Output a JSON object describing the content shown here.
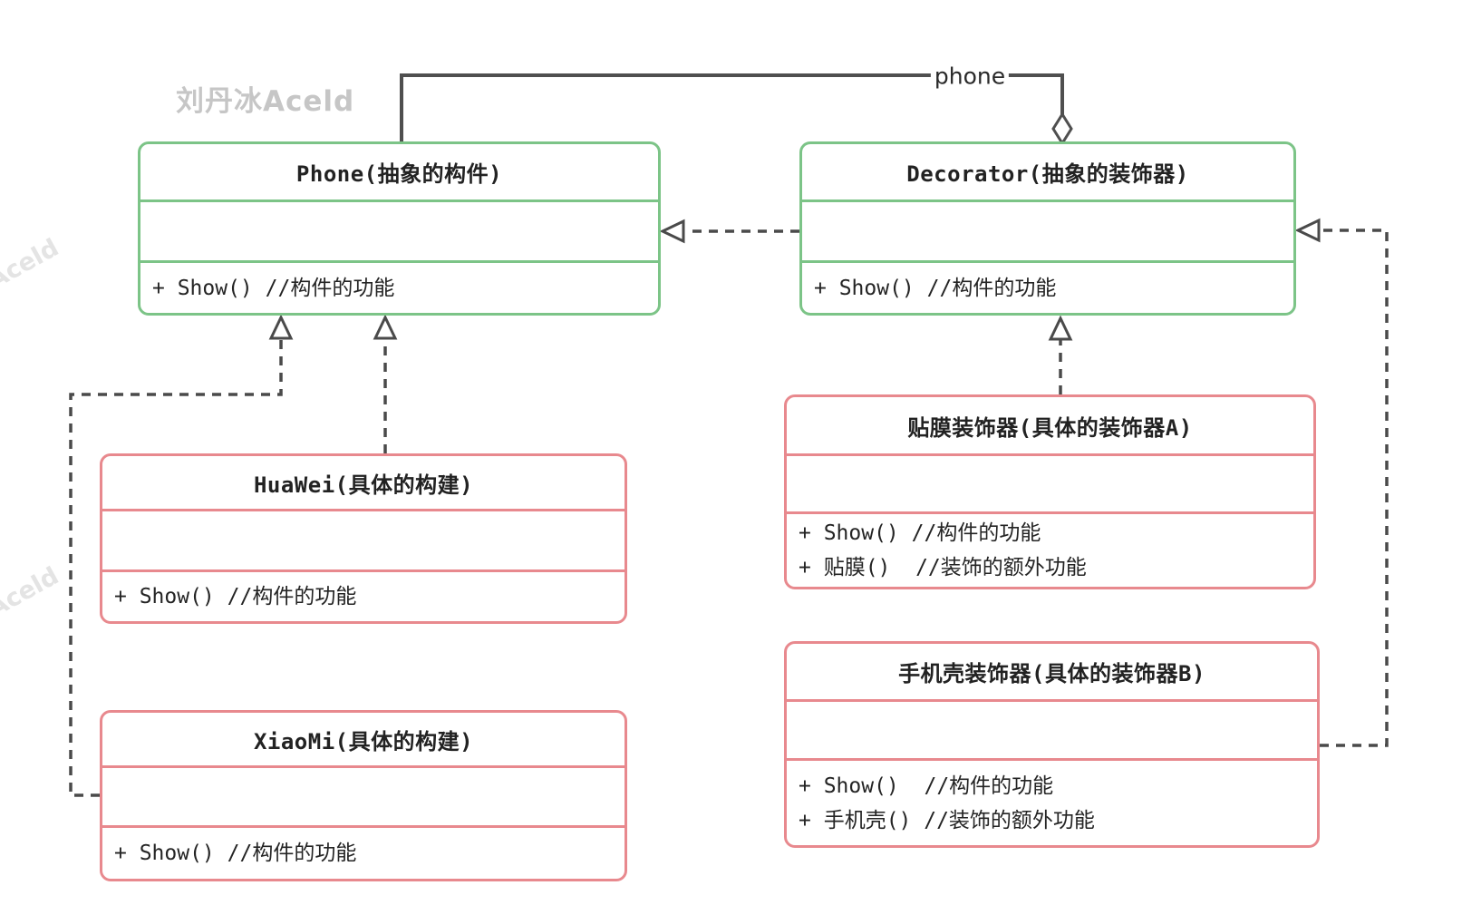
{
  "watermarks": {
    "main": "刘丹冰Aceld",
    "left_upper": "Aceld",
    "left_lower": "Aceld"
  },
  "connector_labels": {
    "aggregation": "phone"
  },
  "classes": {
    "phone": {
      "title": "Phone(抽象的构件)",
      "methods": [
        "+ Show() //构件的功能"
      ]
    },
    "decorator": {
      "title": "Decorator(抽象的装饰器)",
      "methods": [
        "+ Show() //构件的功能"
      ]
    },
    "huawei": {
      "title": "HuaWei(具体的构建)",
      "methods": [
        "+ Show() //构件的功能"
      ]
    },
    "xiaomi": {
      "title": "XiaoMi(具体的构建)",
      "methods": [
        "+ Show() //构件的功能"
      ]
    },
    "film_decorator": {
      "title": "贴膜装饰器(具体的装饰器A)",
      "methods": [
        "+ Show() //构件的功能",
        "+ 贴膜()  //装饰的额外功能"
      ]
    },
    "case_decorator": {
      "title": "手机壳装饰器(具体的装饰器B)",
      "methods": [
        "+ Show()  //构件的功能",
        "+ 手机壳() //装饰的额外功能"
      ]
    }
  },
  "colors": {
    "abstract_border": "#7cc487",
    "concrete_border": "#e8898e",
    "connector": "#4f4f4f",
    "watermark": "#c6c6c6"
  }
}
